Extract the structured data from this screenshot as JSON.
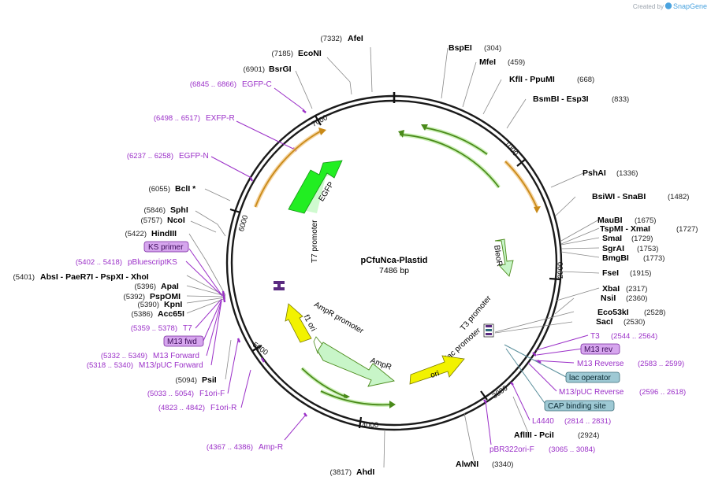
{
  "credit": {
    "text": "Created by",
    "brand": "SnapGene"
  },
  "plasmid": {
    "name": "pCfuNca-Plastid",
    "length": "7486 bp"
  },
  "ticks": [
    "1000",
    "2000",
    "3000",
    "4000",
    "5000",
    "6000",
    "7000"
  ],
  "sites": [
    {
      "name": "AfeI",
      "pos": "(7332)"
    },
    {
      "name": "EcoNI",
      "pos": "(7185)"
    },
    {
      "name": "BsrGI",
      "pos": "(6901)"
    },
    {
      "name": "BclI *",
      "pos": "(6055)"
    },
    {
      "name": "SphI",
      "pos": "(5846)"
    },
    {
      "name": "NcoI",
      "pos": "(5757)"
    },
    {
      "name": "HindIII",
      "pos": "(5422)"
    },
    {
      "name": "AbsI - PaeR7I - PspXI - XhoI",
      "pos": "(5401)"
    },
    {
      "name": "ApaI",
      "pos": "(5396)"
    },
    {
      "name": "PspOMI",
      "pos": "(5392)"
    },
    {
      "name": "KpnI",
      "pos": "(5390)"
    },
    {
      "name": "Acc65I",
      "pos": "(5386)"
    },
    {
      "name": "PsiI",
      "pos": "(5094)"
    },
    {
      "name": "AhdI",
      "pos": "(3817)"
    },
    {
      "name": "AlwNI",
      "pos": "(3340)"
    },
    {
      "name": "AflIII - PciI",
      "pos": "(2924)"
    },
    {
      "name": "SacI",
      "pos": "(2530)"
    },
    {
      "name": "Eco53kI",
      "pos": "(2528)"
    },
    {
      "name": "NsiI",
      "pos": "(2360)"
    },
    {
      "name": "XbaI",
      "pos": "(2317)"
    },
    {
      "name": "FseI",
      "pos": "(1915)"
    },
    {
      "name": "BmgBI",
      "pos": "(1773)"
    },
    {
      "name": "SgrAI",
      "pos": "(1753)"
    },
    {
      "name": "SmaI",
      "pos": "(1729)"
    },
    {
      "name": "TspMI - XmaI",
      "pos": "(1727)"
    },
    {
      "name": "MauBI",
      "pos": "(1675)"
    },
    {
      "name": "BsiWI - SnaBI",
      "pos": "(1482)"
    },
    {
      "name": "PshAI",
      "pos": "(1336)"
    },
    {
      "name": "BsmBI - Esp3I",
      "pos": "(833)"
    },
    {
      "name": "KflI - PpuMI",
      "pos": "(668)"
    },
    {
      "name": "MfeI",
      "pos": "(459)"
    },
    {
      "name": "BspEI",
      "pos": "(304)"
    }
  ],
  "primers": [
    {
      "name": "EGFP-C",
      "range": "(6845 .. 6866)"
    },
    {
      "name": "EXFP-R",
      "range": "(6498 .. 6517)"
    },
    {
      "name": "EGFP-N",
      "range": "(6237 .. 6258)"
    },
    {
      "name": "KS primer",
      "range": ""
    },
    {
      "name": "pBluescriptKS",
      "range": "(5402 .. 5418)"
    },
    {
      "name": "T7",
      "range": "(5359 .. 5378)"
    },
    {
      "name": "M13 fwd",
      "range": ""
    },
    {
      "name": "M13 Forward",
      "range": "(5332 .. 5349)"
    },
    {
      "name": "M13/pUC Forward",
      "range": "(5318 .. 5340)"
    },
    {
      "name": "F1ori-F",
      "range": "(5033 .. 5054)"
    },
    {
      "name": "F1ori-R",
      "range": "(4823 .. 4842)"
    },
    {
      "name": "Amp-R",
      "range": "(4367 .. 4386)"
    },
    {
      "name": "pBR322ori-F",
      "range": "(3065 .. 3084)"
    },
    {
      "name": "L4440",
      "range": "(2814 .. 2831)"
    },
    {
      "name": "M13/pUC Reverse",
      "range": "(2596 .. 2618)"
    },
    {
      "name": "M13 Reverse",
      "range": "(2583 .. 2599)"
    },
    {
      "name": "M13 rev",
      "range": ""
    },
    {
      "name": "T3",
      "range": "(2544 .. 2564)"
    }
  ],
  "features": [
    {
      "name": "lac operator"
    },
    {
      "name": "CAP binding site"
    }
  ],
  "inner": [
    "EGFP",
    "BleoR",
    "T7 promoter",
    "T3 promoter",
    "lac promoter",
    "AmpR promoter",
    "AmpR",
    "f1 ori",
    "ori"
  ],
  "colors": {
    "ring": "#222222",
    "site_text": "#000000",
    "pos_text": "#222222",
    "primer": "#9b30c8",
    "primer_box": "#d6a6ee",
    "feature_box": "#9ec9d4",
    "egfp": "#22ee22",
    "bleor": "#c8f5c8",
    "ampr": "#c8f5c8",
    "f1ori": "#f2f200",
    "ori": "#f2f200",
    "orange_arc": "#c98a18",
    "green_arc": "#4a8a1a"
  }
}
